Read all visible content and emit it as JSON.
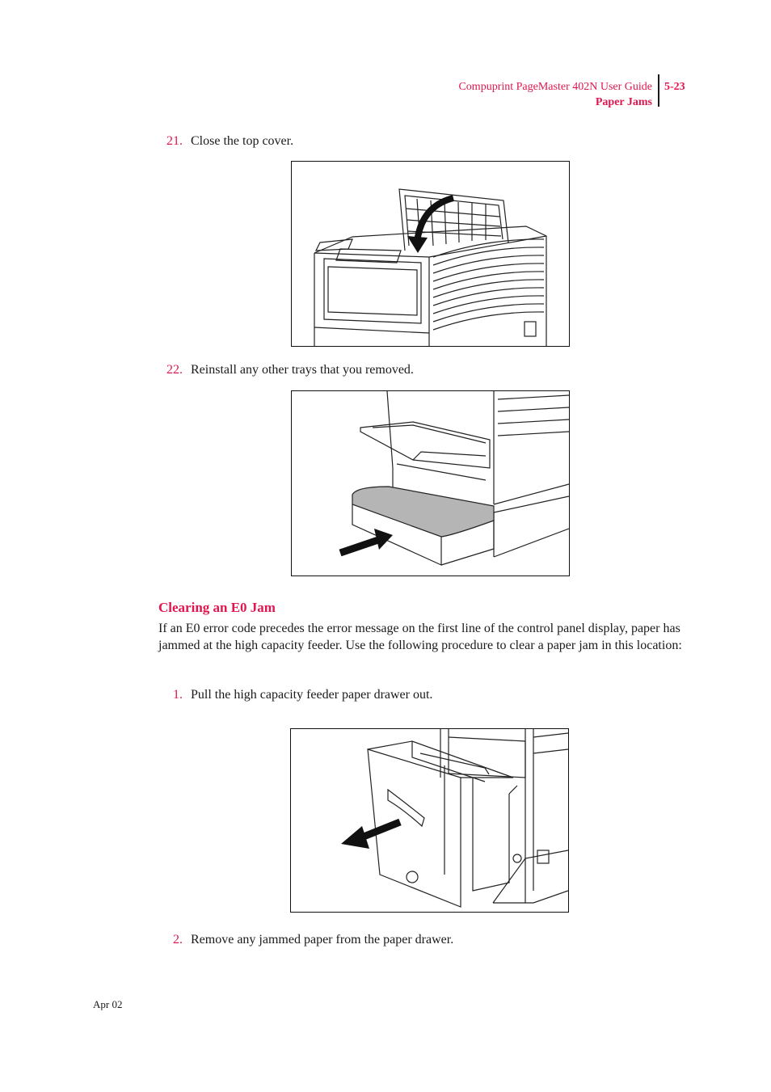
{
  "header": {
    "guide_title": "Compuprint PageMaster 402N User Guide",
    "page_number": "5-23",
    "section": "Paper Jams"
  },
  "steps_top": [
    {
      "number": "21.",
      "text": "Close the top cover."
    },
    {
      "number": "22.",
      "text": "Reinstall any other trays that you removed."
    }
  ],
  "section": {
    "title": "Clearing an E0 Jam",
    "paragraph": "If an E0 error code precedes the error message on the first line of the control panel display, paper has jammed at the high capacity feeder. Use the following procedure to clear a paper jam in this location:"
  },
  "steps_bottom": [
    {
      "number": "1.",
      "text": "Pull the high capacity feeder paper drawer out."
    },
    {
      "number": "2.",
      "text": "Remove any jammed paper from the paper drawer."
    }
  ],
  "footer": {
    "date": "Apr 02"
  }
}
